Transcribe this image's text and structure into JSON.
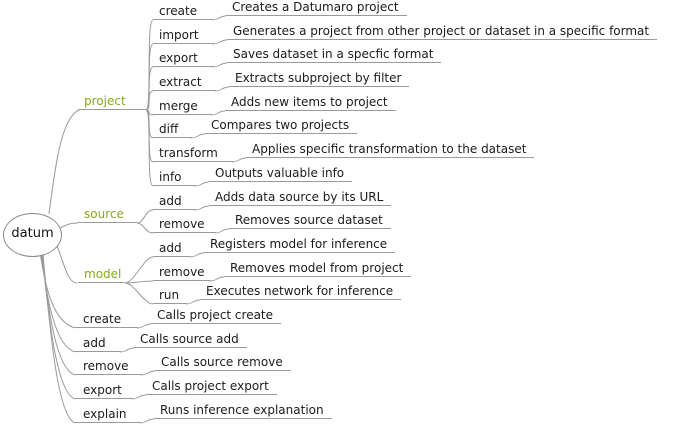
{
  "root": {
    "label": "datum"
  },
  "colors": {
    "branch": "#87a822",
    "line": "#9a9a9a",
    "text": "#1b1b1b"
  },
  "branches": [
    {
      "label": "project",
      "children": [
        {
          "cmd": "create",
          "desc": "Creates a Datumaro project"
        },
        {
          "cmd": "import",
          "desc": "Generates a project from other project or dataset in a specific format"
        },
        {
          "cmd": "export",
          "desc": "Saves dataset in a specfic format"
        },
        {
          "cmd": "extract",
          "desc": "Extracts subproject by filter"
        },
        {
          "cmd": "merge",
          "desc": "Adds new items to project"
        },
        {
          "cmd": "diff",
          "desc": "Compares two projects"
        },
        {
          "cmd": "transform",
          "desc": "Applies specific transformation to the dataset"
        },
        {
          "cmd": "info",
          "desc": "Outputs valuable info"
        }
      ]
    },
    {
      "label": "source",
      "children": [
        {
          "cmd": "add",
          "desc": "Adds data source by its URL"
        },
        {
          "cmd": "remove",
          "desc": "Removes source dataset"
        }
      ]
    },
    {
      "label": "model",
      "children": [
        {
          "cmd": "add",
          "desc": "Registers model for inference"
        },
        {
          "cmd": "remove",
          "desc": "Removes model from project"
        },
        {
          "cmd": "run",
          "desc": "Executes network for inference"
        }
      ]
    }
  ],
  "shortcuts": [
    {
      "cmd": "create",
      "desc": "Calls project create"
    },
    {
      "cmd": "add",
      "desc": "Calls source add"
    },
    {
      "cmd": "remove",
      "desc": "Calls source remove"
    },
    {
      "cmd": "export",
      "desc": "Calls project export"
    },
    {
      "cmd": "explain",
      "desc": "Runs inference explanation"
    }
  ]
}
